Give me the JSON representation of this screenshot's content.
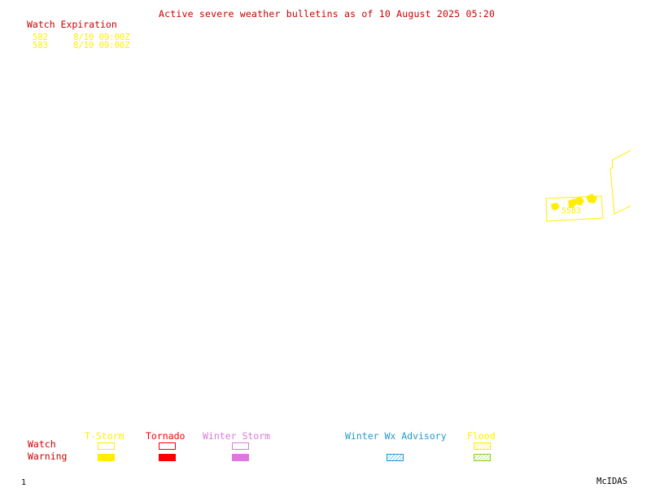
{
  "title": "Active severe weather bulletins as of 10 August 2025 05:20",
  "watch_expiration": {
    "header": "Watch Expiration",
    "rows": [
      {
        "number": "582",
        "expires": "8/10 09:00Z"
      },
      {
        "number": "583",
        "expires": "8/10 09:00Z"
      }
    ]
  },
  "map": {
    "watch_box_label": "5583"
  },
  "legend": {
    "row_labels": {
      "watch": "Watch",
      "warning": "Warning"
    },
    "categories": [
      {
        "name": "T-Storm",
        "color": "#ffee00"
      },
      {
        "name": "Tornado",
        "color": "#ff0000"
      },
      {
        "name": "Winter Storm",
        "color": "#dd77dd"
      },
      {
        "name": "Winter Wx Advisory",
        "color": "#2299cc"
      },
      {
        "name": "Flood",
        "color": "#88cc22"
      }
    ]
  },
  "footer": {
    "frame_number": "1",
    "software": "McIDAS"
  },
  "colors": {
    "header_red": "#cc0000",
    "watch_yellow": "#ffee00",
    "background": "#ffffff"
  }
}
